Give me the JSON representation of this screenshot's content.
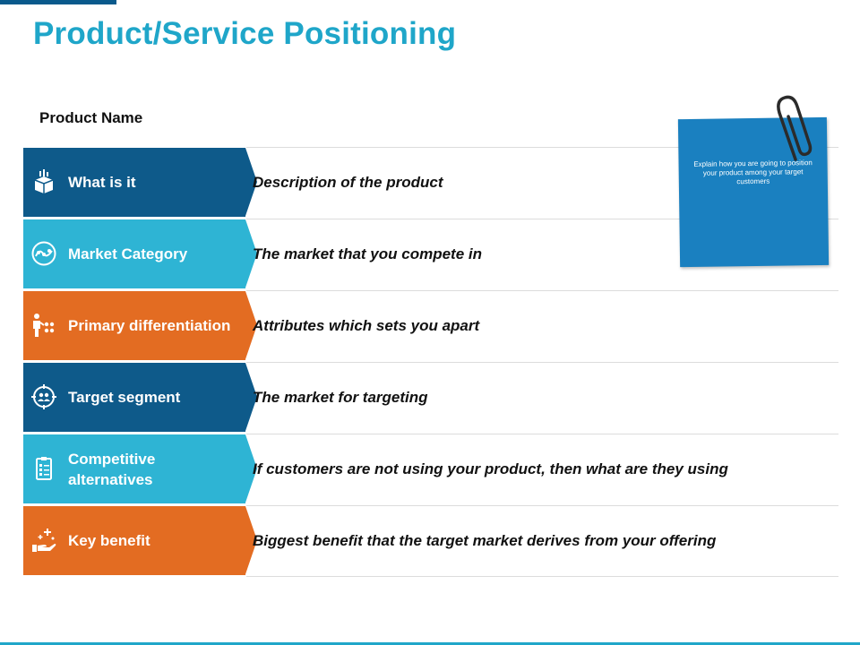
{
  "title": "Product/Service Positioning",
  "product_name_label": "Product Name",
  "rows": [
    {
      "label": "What is it",
      "description": "Description of the product",
      "color": "#0e5a8a",
      "icon": "box-bars-icon"
    },
    {
      "label": "Market Category",
      "description": "The market that you compete in",
      "color": "#2eb4d4",
      "icon": "trend-wave-icon"
    },
    {
      "label": "Primary differentiation",
      "description": "Attributes which sets you apart",
      "color": "#e36c22",
      "icon": "person-dots-icon"
    },
    {
      "label": "Target segment",
      "description": "The market for targeting",
      "color": "#0e5a8a",
      "icon": "target-group-icon"
    },
    {
      "label": "Competitive alternatives",
      "description": "If customers are not using your product, then what are they using",
      "color": "#2eb4d4",
      "icon": "clipboard-checklist-icon"
    },
    {
      "label": "Key benefit",
      "description": "Biggest benefit that the target market derives from your offering",
      "color": "#e36c22",
      "icon": "hand-sparkle-icon"
    }
  ],
  "note": {
    "text": "Explain how you are going to position your product among your target customers",
    "color": "#1a80c0",
    "icon": "paperclip-icon"
  },
  "colors": {
    "title": "#1fa6c9",
    "dark_blue": "#0e5a8a",
    "teal": "#2eb4d4",
    "orange": "#e36c22"
  }
}
